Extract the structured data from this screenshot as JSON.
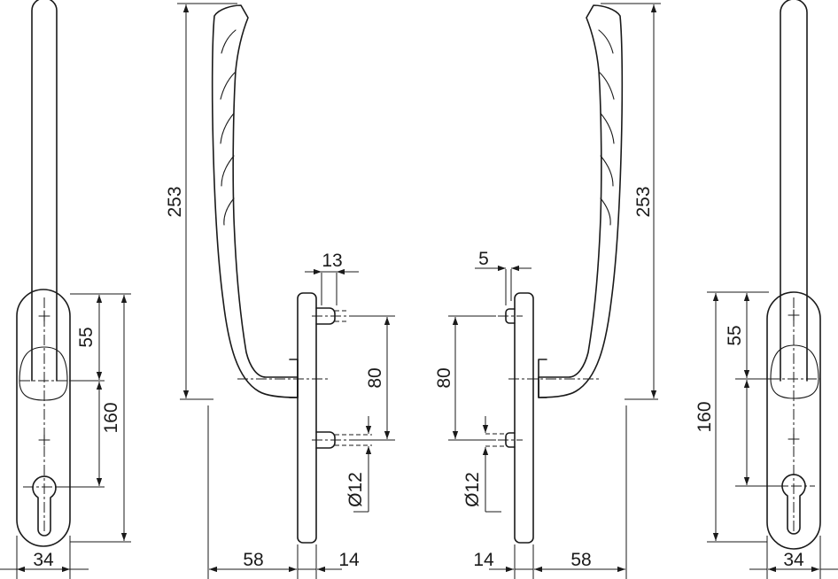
{
  "dimensions": {
    "height_total": "253",
    "spindle_offset": "55",
    "plate_length": "160",
    "plate_width": "34",
    "screw_spacing": "80",
    "stud_length_left": "13",
    "stud_length_right": "5",
    "stud_diameter": "Ø12",
    "projection": "58",
    "plate_thickness": "14"
  }
}
